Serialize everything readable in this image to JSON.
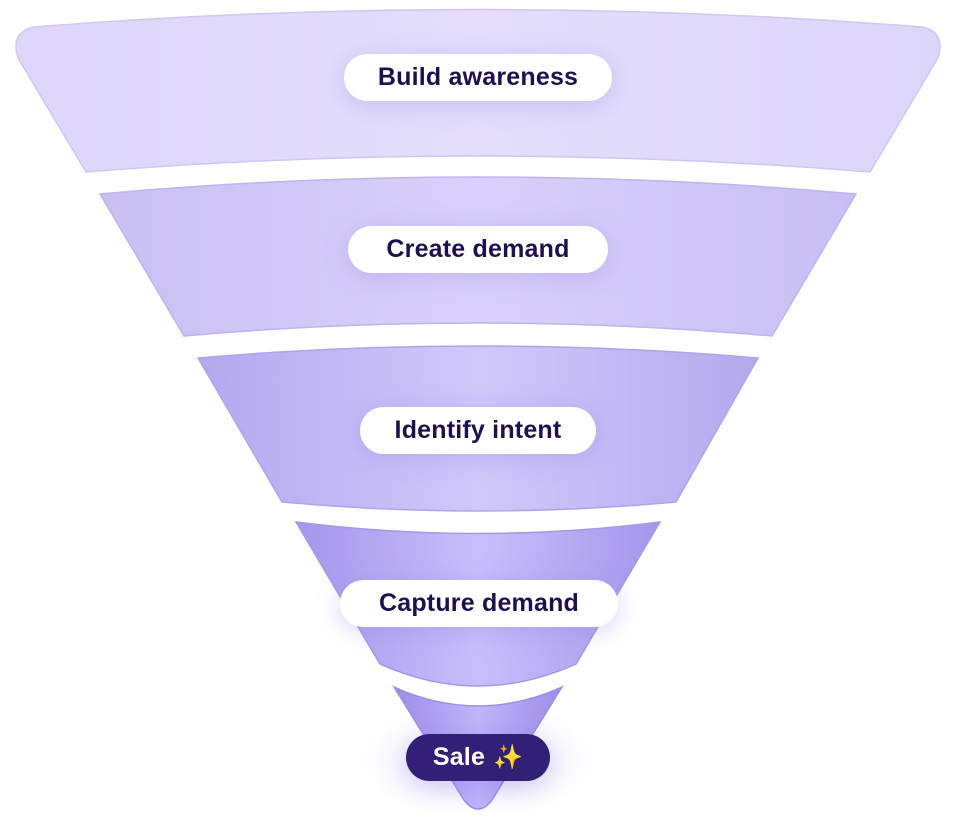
{
  "diagram": {
    "type": "funnel",
    "stages": [
      {
        "label": "Build awareness",
        "color": "#e2dcfb"
      },
      {
        "label": "Create demand",
        "color": "#d2c9f7"
      },
      {
        "label": "Identify intent",
        "color": "#c3b7f4"
      },
      {
        "label": "Capture demand",
        "color": "#b3a5f1"
      },
      {
        "label": "Sale",
        "icon": "✨",
        "color": "#ab9cef",
        "highlight": true
      }
    ],
    "colors": {
      "pill_text": "#1e0f4f",
      "final_pill_bg": "#321f76",
      "final_pill_text": "#ffffff"
    }
  }
}
